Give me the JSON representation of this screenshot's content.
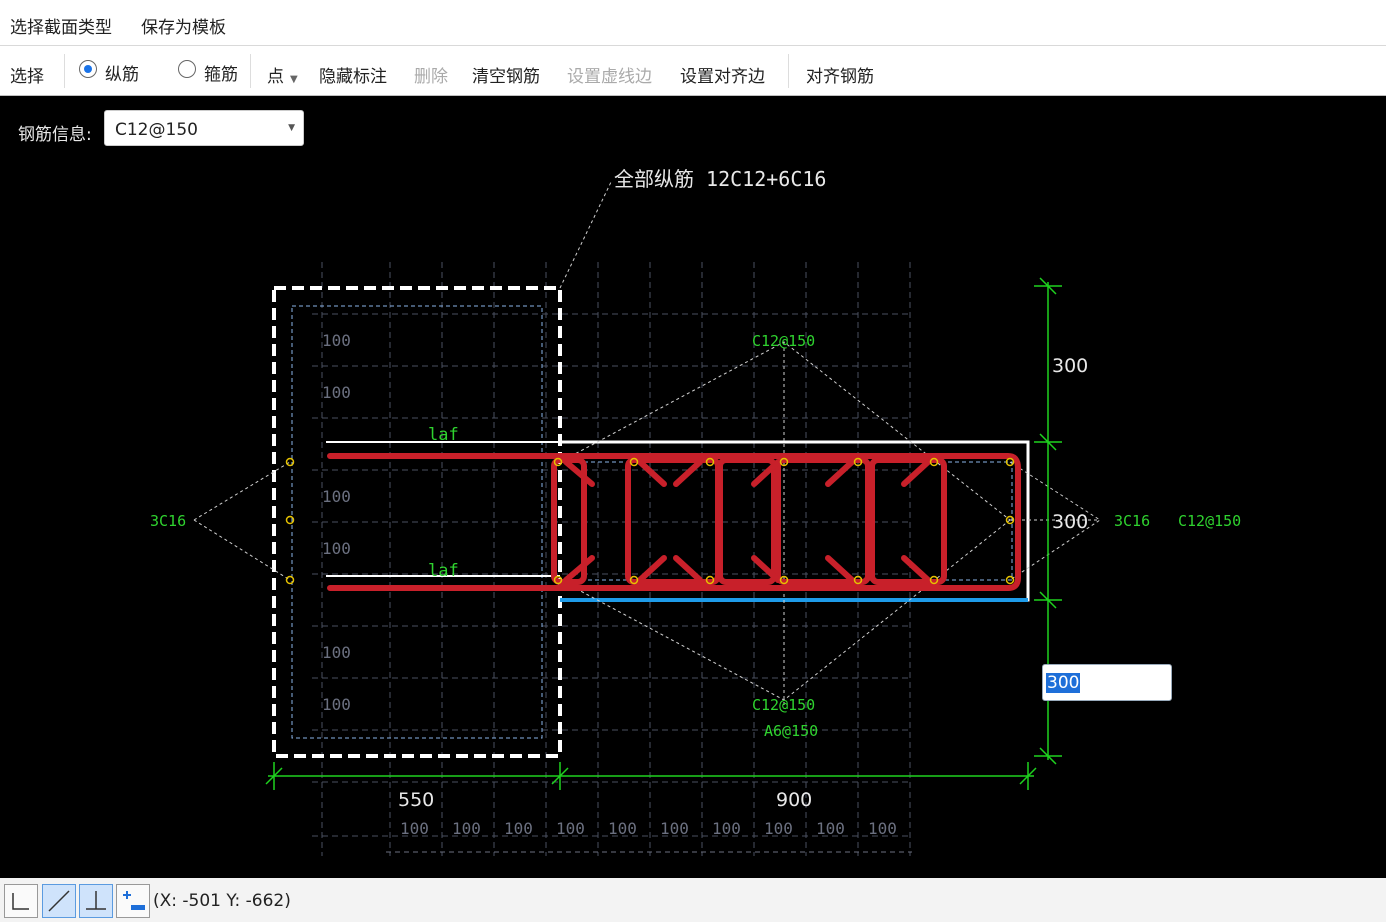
{
  "menu": {
    "select_section_type": "选择截面类型",
    "save_as_template": "保存为模板"
  },
  "toolbar": {
    "select": "选择",
    "radio_longitudinal": "纵筋",
    "radio_stirrup": "箍筋",
    "selected_radio": "纵筋",
    "point": "点",
    "hide_annotation": "隐藏标注",
    "delete": "删除",
    "clear_rebar": "清空钢筋",
    "set_dashed_edge": "设置虚线边",
    "set_align_edge": "设置对齐边",
    "align_rebar": "对齐钢筋"
  },
  "rebar_info": {
    "label": "钢筋信息:",
    "value": "C12@150"
  },
  "drawing": {
    "all_longitudinal": "全部纵筋  12C12+6C16",
    "label_top": "C12@150",
    "label_bottom": "C12@150",
    "label_stirrup": "A6@150",
    "label_left": "3C16",
    "label_right_1": "3C16",
    "label_right_2": "C12@150",
    "laf_top": "laf",
    "laf_bottom": "laf",
    "dim_left_width": "550",
    "dim_right_width": "900",
    "dim_top_height": "300",
    "dim_mid_height": "300",
    "grid_spacing": "100",
    "edit_value": "300"
  },
  "status": {
    "coords": "(X: -501 Y: -662)"
  },
  "colors": {
    "canvas_bg": "#000000",
    "rebar": "#c8202a",
    "dimension": "#1fd21f",
    "annotation": "#2fd22f",
    "outline": "#ffffff",
    "align_edge": "#1e9be8",
    "grid": "#4a5060"
  }
}
